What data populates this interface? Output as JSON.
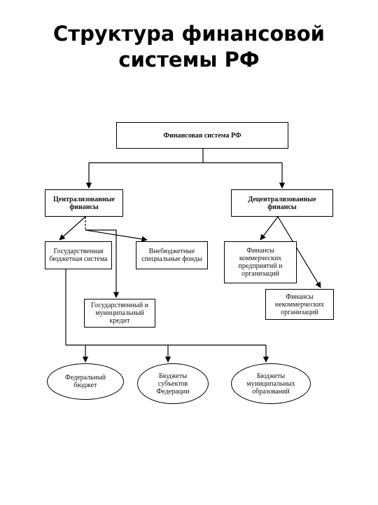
{
  "page": {
    "title_line1": "Структура финансовой",
    "title_line2": "системы РФ"
  },
  "diagram": {
    "root": "Финансовая система РФ",
    "centralized": "Централизованные финансы",
    "decentralized": "Децентрализованные финансы",
    "state_budget_system": "Государственная бюджетная система",
    "extrabudgetary_funds": "Внебюджетные специальные фонды",
    "state_municipal_credit": "Государственный и муниципальный кредит",
    "commercial_enterprises": "Финансы коммерческих предприятий и организаций",
    "noncommercial_orgs": "Финансы некоммерческих организаций",
    "federal_budget": "Федеральный бюджет",
    "subjects_budgets": "Бюджеты субъектов Федерации",
    "municipal_budgets": "Бюджеты муниципальных образований"
  }
}
